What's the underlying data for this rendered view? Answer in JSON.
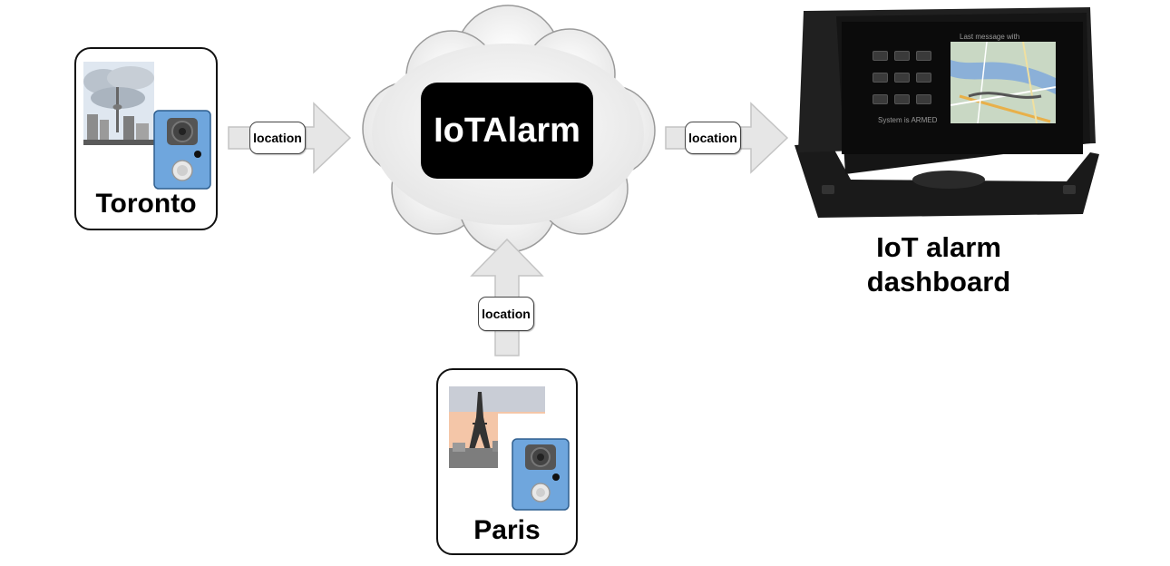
{
  "diagram": {
    "cloud_label": "IoTAlarm",
    "edge_label": "location",
    "nodes": {
      "toronto": {
        "label": "Toronto"
      },
      "paris": {
        "label": "Paris"
      },
      "dashboard": {
        "caption_line1": "IoT alarm",
        "caption_line2": "dashboard",
        "screen_header": "Last message with",
        "screen_status": "System is ARMED"
      }
    },
    "edges": [
      {
        "from": "Toronto",
        "to": "IoTAlarm",
        "label": "location"
      },
      {
        "from": "IoTAlarm",
        "to": "IoT alarm dashboard",
        "label": "location"
      },
      {
        "from": "Paris",
        "to": "IoTAlarm",
        "label": "location"
      }
    ]
  },
  "colors": {
    "arrow_fill": "#e6e6e6",
    "arrow_stroke": "#c4c4c4",
    "device_blue": "#6fa6dd",
    "cloud_fill": "#f4f4f4",
    "box_fill": "#000000"
  }
}
